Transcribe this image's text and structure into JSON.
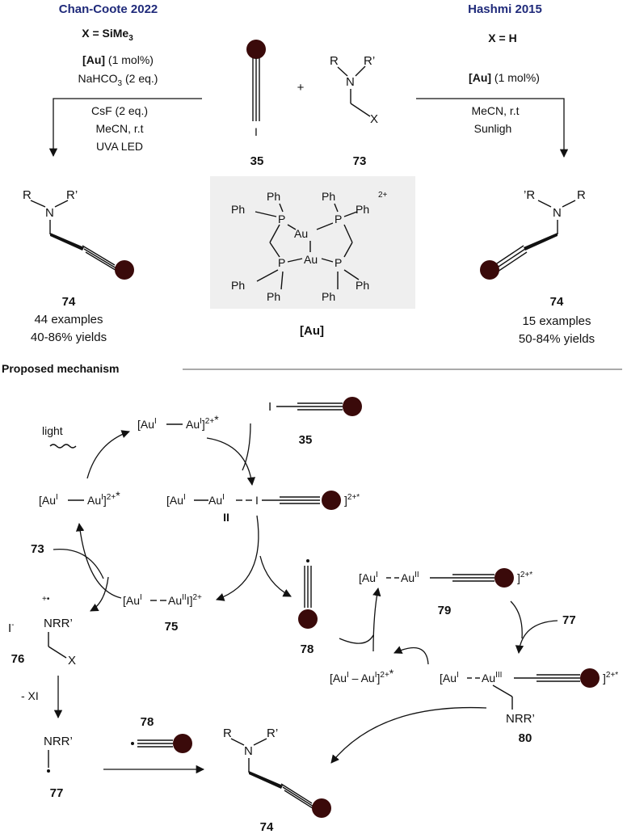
{
  "left_route": {
    "title": "Chan-Coote 2022",
    "x_cond": "X = SiMe",
    "x_cond_sub": "3",
    "cat": "[Au]",
    "cat_load": " (1 mol%)",
    "base": "NaHCO",
    "base_sub": "3",
    "base_eq": " (2 eq.)",
    "additive": "CsF (2 eq.)",
    "solvent": "MeCN, r.t",
    "light": "UVA LED"
  },
  "right_route": {
    "title": "Hashmi 2015",
    "x_cond": "X = H",
    "cat": "[Au]",
    "cat_load": " (1 mol%)",
    "solvent": "MeCN, r.t",
    "light": "Sunligh"
  },
  "reagents": {
    "alkyne_label": "35",
    "amine_label": "73",
    "plus": "+",
    "atom_R": "R",
    "atom_Rp": "R’",
    "atom_N": "N",
    "atom_X": "X",
    "atom_I": "I"
  },
  "products": {
    "left_label": "74",
    "left_examples": "44 examples",
    "left_yields": "40-86% yields",
    "right_label": "74",
    "right_examples": "15 examples",
    "right_yields": "50-84% yields",
    "left_R": "R",
    "left_Rp": "R’",
    "right_Rp": "’R",
    "right_R": "R",
    "N": "N"
  },
  "catalyst": {
    "label": "[Au]",
    "charge": "2+",
    "Ph": "Ph",
    "P": "P",
    "Au": "Au"
  },
  "mechanism": {
    "title": "Proposed mechanism",
    "light": "light",
    "au_excited_top": "[Au",
    "au_excited_left": "[Au",
    "au_intermediate_II_label": "II",
    "au_75_label": "75",
    "label_35": "35",
    "label_73": "73",
    "label_76": "76",
    "label_77": "77",
    "label_77b": "77",
    "label_78": "78",
    "label_78b": "78",
    "label_79": "79",
    "label_80": "80",
    "label_74": "74",
    "iodide": "I",
    "iodide_charge": "-",
    "radical_cation": "NRR’",
    "nrr": "NRR’",
    "minus_xi": "- XI",
    "X": "X",
    "I": "I",
    "R": "R",
    "Rp": "R’",
    "N": "N",
    "charge_2plus_star": "2+*",
    "charge_2plus": "2+",
    "star2plus": "2+",
    "au": "Au",
    "sup_I": "I",
    "sup_II": "II",
    "sup_III": "III"
  }
}
